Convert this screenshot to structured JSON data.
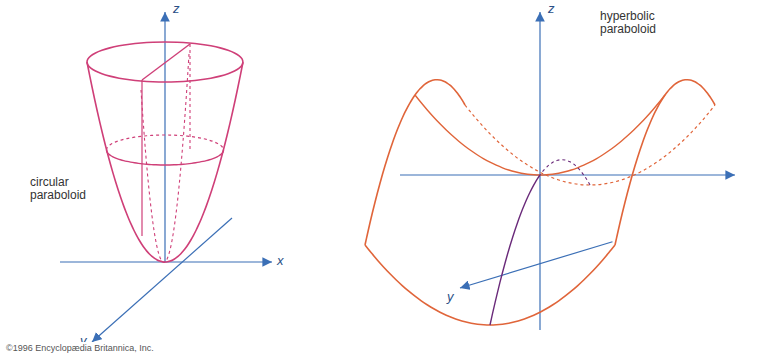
{
  "diagram": {
    "labels": [
      "z",
      "x",
      "y",
      "circular paraboloid",
      "z",
      "hyperbolic paraboloid",
      "y",
      "©1996 Encyclopædia Britannica, Inc."
    ]
  }
}
